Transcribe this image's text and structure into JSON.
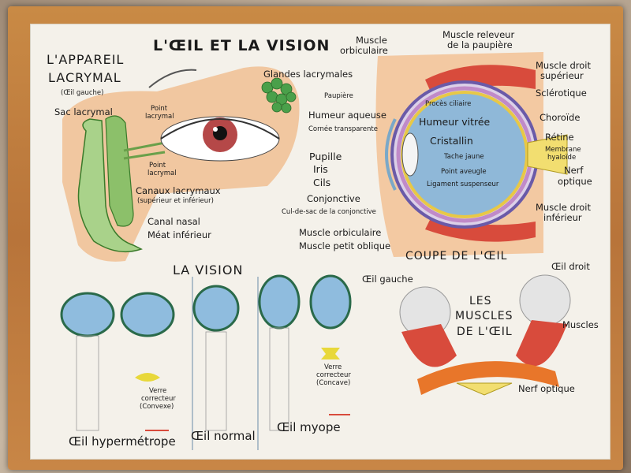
{
  "poster": {
    "title": "L'ŒIL ET LA VISION",
    "lacrymal": {
      "heading_1": "L'APPAREIL",
      "heading_2": "LACRYMAL",
      "subtitle": "(Œil gauche)",
      "labels": {
        "sac": "Sac lacrymal",
        "point_top_1": "Point",
        "point_top_2": "lacrymal",
        "point_bottom_1": "Point",
        "point_bottom_2": "lacrymal",
        "glandes": "Glandes lacrymales",
        "canaux": "Canaux lacrymaux",
        "canaux_sub": "(supérieur et inférieur)",
        "canal_nasal": "Canal nasal",
        "meat": "Méat inférieur"
      }
    },
    "coupe": {
      "labels": {
        "muscle_orbiculaire_1": "Muscle",
        "muscle_orbiculaire_2": "orbiculaire",
        "releveur_1": "Muscle releveur",
        "releveur_2": "de la paupière",
        "droit_sup_1": "Muscle droit",
        "droit_sup_2": "supérieur",
        "sclerotique": "Sclérotique",
        "choroide": "Choroïde",
        "retine": "Rétine",
        "membrane_1": "Membrane",
        "membrane_2": "hyaloïde",
        "nerf_1": "Nerf",
        "nerf_2": "optique",
        "droit_inf_1": "Muscle droit",
        "droit_inf_2": "inférieur",
        "paupiere": "Paupière",
        "proces": "Procès ciliaire",
        "humeur_aqueuse": "Humeur aqueuse",
        "cornee": "Cornée transparente",
        "humeur_vitree": "Humeur vitrée",
        "cristallin": "Cristallin",
        "tache": "Tache jaune",
        "point_aveugle": "Point aveugle",
        "ligament": "Ligament suspenseur",
        "pupille": "Pupille",
        "iris": "Iris",
        "cils": "Cils",
        "conjonctive": "Conjonctive",
        "cul_de_sac": "Cul-de-sac de la conjonctive",
        "orbiculaire_bas": "Muscle orbiculaire",
        "petit_oblique": "Muscle petit oblique"
      },
      "heading": "COUPE DE L'ŒIL"
    },
    "vision": {
      "heading": "LA VISION",
      "verre_1_a": "Verre",
      "verre_1_b": "correcteur",
      "verre_1_c": "(Convexe)",
      "verre_2_a": "Verre",
      "verre_2_b": "correcteur",
      "verre_2_c": "(Concave)",
      "hyper": "Œil hypermétrope",
      "normal": "Œil normal",
      "myope": "Œil myope"
    },
    "muscles": {
      "oeil_gauche": "Œil gauche",
      "oeil_droit": "Œil droit",
      "title_1": "LES",
      "title_2": "MUSCLES",
      "title_3": "DE L'ŒIL",
      "muscles": "Muscles",
      "nerf": "Nerf optique"
    }
  }
}
